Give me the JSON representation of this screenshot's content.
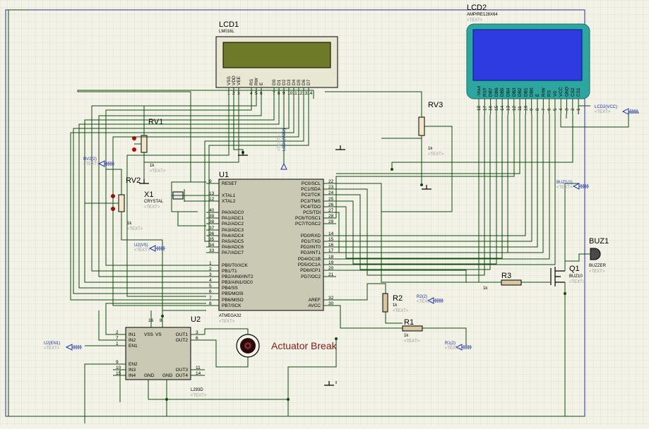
{
  "lcd1": {
    "ref": "LCD1",
    "part": "LM016L",
    "tag": "<TEXT>",
    "pins": [
      "VSS",
      "VDD",
      "VEE",
      "RS",
      "RW",
      "E",
      "D0",
      "D1",
      "D2",
      "D3",
      "D4",
      "D5",
      "D6",
      "D7"
    ],
    "nums": [
      "1",
      "2",
      "3",
      "4",
      "5",
      "6",
      "7",
      "8",
      "9",
      "10",
      "11",
      "12",
      "13",
      "14"
    ]
  },
  "lcd2": {
    "ref": "LCD2",
    "part": "AMPIRE128X64",
    "tag": "<TEXT>",
    "pins": [
      "-Vout",
      "RST",
      "DB7",
      "DB6",
      "DB5",
      "DB4",
      "DB3",
      "DB2",
      "DB1",
      "DB0",
      "E",
      "R/W",
      "RS",
      "V0",
      "VCC",
      "GND",
      "CS2",
      "CS1"
    ],
    "nums": [
      "18",
      "17",
      "16",
      "15",
      "14",
      "13",
      "12",
      "11",
      "10",
      "9",
      "8",
      "7",
      "6",
      "5",
      "4",
      "3",
      "2",
      "1"
    ]
  },
  "u1": {
    "ref": "U1",
    "part": "ATMEGA32",
    "tag": "<TEXT>",
    "left": [
      {
        "n": "9",
        "p": "RESET"
      },
      {
        "n": "13",
        "p": "XTAL1"
      },
      {
        "n": "12",
        "p": "XTAL2"
      },
      {
        "n": "40",
        "p": "PA0/ADC0"
      },
      {
        "n": "39",
        "p": "PA1/ADC1"
      },
      {
        "n": "38",
        "p": "PA2/ADC2"
      },
      {
        "n": "37",
        "p": "PA3/ADC3"
      },
      {
        "n": "36",
        "p": "PA4/ADC4"
      },
      {
        "n": "35",
        "p": "PA5/ADC5"
      },
      {
        "n": "34",
        "p": "PA6/ADC6"
      },
      {
        "n": "33",
        "p": "PA7/ADC7"
      },
      {
        "n": "1",
        "p": "PB0/T0/XCK"
      },
      {
        "n": "2",
        "p": "PB1/T1"
      },
      {
        "n": "3",
        "p": "PB2/AIN0/INT2"
      },
      {
        "n": "4",
        "p": "PB3/AIN1/OC0"
      },
      {
        "n": "5",
        "p": "PB4/SS"
      },
      {
        "n": "6",
        "p": "PB5/MOSI"
      },
      {
        "n": "7",
        "p": "PB6/MISO"
      },
      {
        "n": "8",
        "p": "PB7/SCK"
      }
    ],
    "right": [
      {
        "n": "22",
        "p": "PC0/SCL"
      },
      {
        "n": "23",
        "p": "PC1/SDA"
      },
      {
        "n": "24",
        "p": "PC2/TCK"
      },
      {
        "n": "25",
        "p": "PC3/TMS"
      },
      {
        "n": "26",
        "p": "PC4/TDO"
      },
      {
        "n": "27",
        "p": "PC5/TDI"
      },
      {
        "n": "28",
        "p": "PC6/TOSC1"
      },
      {
        "n": "29",
        "p": "PC7/TOSC2"
      },
      {
        "n": "14",
        "p": "PD0/RXD"
      },
      {
        "n": "15",
        "p": "PD1/TXD"
      },
      {
        "n": "16",
        "p": "PD2/INT0"
      },
      {
        "n": "17",
        "p": "PD3/INT1"
      },
      {
        "n": "18",
        "p": "PD4/OC1B"
      },
      {
        "n": "19",
        "p": "PD5/OC1A"
      },
      {
        "n": "20",
        "p": "PD6/ICP1"
      },
      {
        "n": "21",
        "p": "PD7/OC2"
      },
      {
        "n": "32",
        "p": "AREF"
      },
      {
        "n": "30",
        "p": "AVCC"
      }
    ]
  },
  "u2": {
    "ref": "U2",
    "part": "L293D",
    "tag": "<TEXT>",
    "leftPins": [
      {
        "n": "2",
        "p": "IN1"
      },
      {
        "n": "7",
        "p": "IN2"
      },
      {
        "n": "1",
        "p": "EN1"
      },
      {
        "n": "9",
        "p": "EN2"
      },
      {
        "n": "10",
        "p": "IN3"
      },
      {
        "n": "15",
        "p": "IN4"
      }
    ],
    "rightPins": [
      {
        "n": "3",
        "p": "OUT1"
      },
      {
        "n": "6",
        "p": "OUT2"
      },
      {
        "n": "11",
        "p": "OUT3"
      },
      {
        "n": "14",
        "p": "OUT4"
      }
    ],
    "top": [
      "16",
      "8"
    ],
    "topLabels": [
      "VSS",
      "VS"
    ],
    "bottomLabels": [
      "GND",
      "GND"
    ]
  },
  "rv1": {
    "ref": "RV1",
    "value": "1k",
    "tag": "<TEXT>"
  },
  "rv2": {
    "ref": "RV2",
    "value": "1k",
    "tag": "<TEXT>"
  },
  "rv3": {
    "ref": "RV3",
    "value": "1k",
    "tag": "<TEXT>"
  },
  "x1": {
    "ref": "X1",
    "part": "CRYSTAL",
    "tag": "<TEXT>"
  },
  "r1": {
    "ref": "R1",
    "value": "1k",
    "tag": "<TEXT>"
  },
  "r2": {
    "ref": "R2",
    "value": "1k",
    "tag": "<TEXT>"
  },
  "r3": {
    "ref": "R3",
    "value": "1k"
  },
  "q1": {
    "ref": "Q1",
    "part": "BUZ10",
    "tag": "<TEXT>"
  },
  "buz1": {
    "ref": "BUZ1",
    "part": "BUZZER",
    "tag": "<TEXT>"
  },
  "motor": {
    "label": "Actuator Break"
  },
  "nets": {
    "rv2": "RV2(2)",
    "u2vs": "U2(VS)",
    "lcd1vdd": "LCD1(VDD)",
    "lcd2vcc": "LCD2(VCC)",
    "buz1": "BUZ1(1)",
    "r2": "R2(2)",
    "r1": "R1(2)",
    "u2en1": "U2(EN1)",
    "tag": "<TEXT>"
  }
}
